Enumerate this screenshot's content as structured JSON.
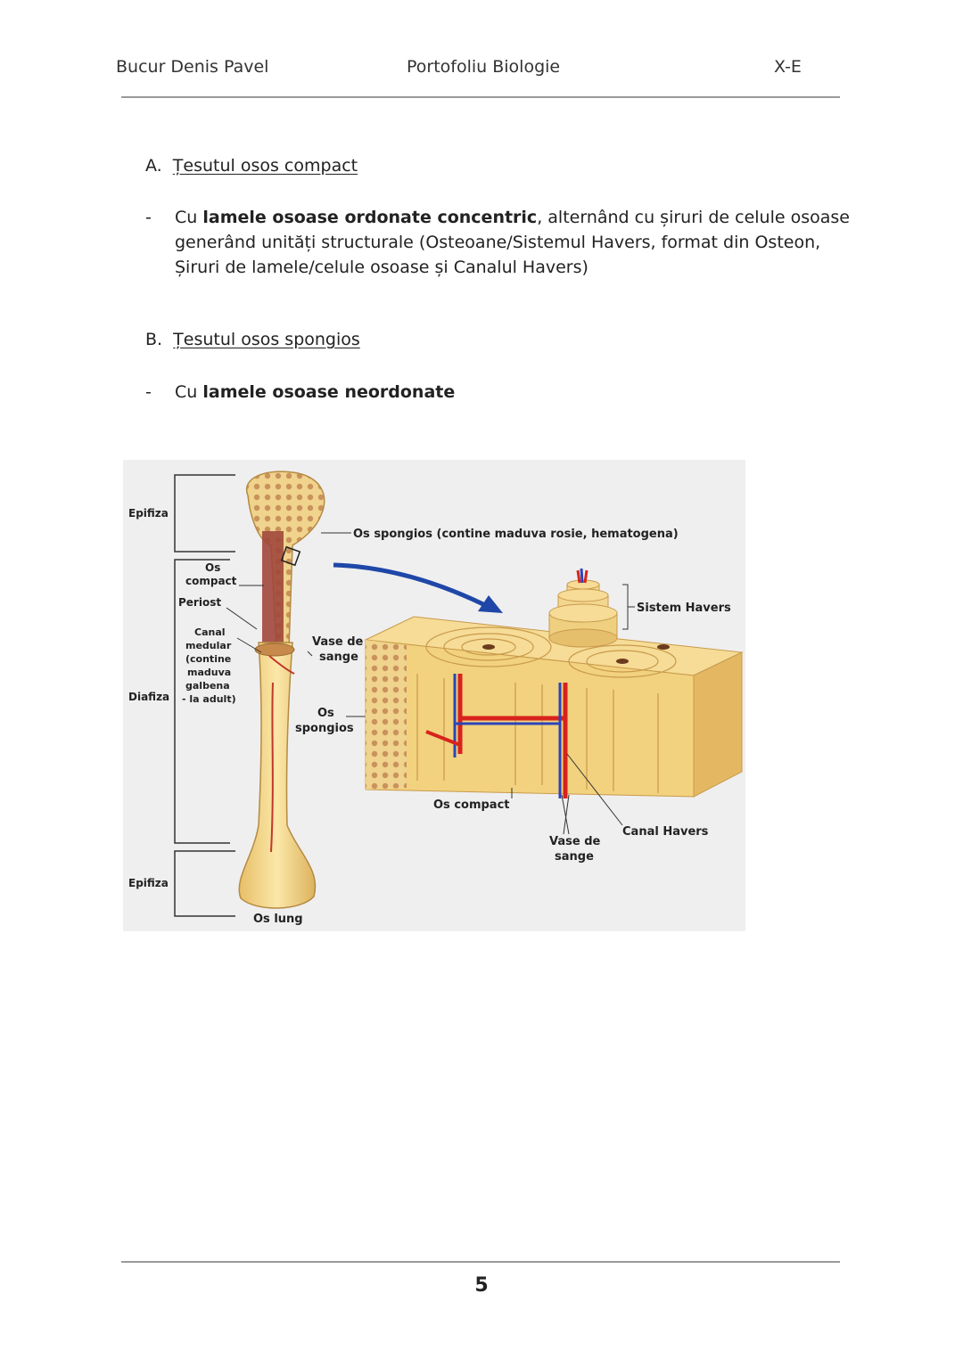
{
  "header": {
    "author": "Bucur Denis Pavel",
    "title": "Portofoliu Biologie",
    "class": "X-E"
  },
  "section_a": {
    "marker": "A.",
    "title": "Țesutul osos compact",
    "bullet_dash": "-",
    "bullet_prefix": "Cu ",
    "bullet_bold": "lamele osoase ordonate concentric",
    "bullet_rest": ", alternând cu șiruri de celule osoase generând unități structurale (Osteoane/Sistemul Havers, format din Osteon, Șiruri de lamele/celule osoase și Canalul Havers)"
  },
  "section_b": {
    "marker": "B.",
    "title": "Țesutul osos spongios",
    "bullet_dash": "-",
    "bullet_prefix": "Cu ",
    "bullet_bold": "lamele osoase neordonate"
  },
  "figure": {
    "labels": {
      "epifiza_top": "Epifiza",
      "diafiza": "Diafiza",
      "epifiza_bottom": "Epifiza",
      "os_compact_1": "Os",
      "os_compact_2": "compact",
      "periost": "Periost",
      "canal_1": "Canal",
      "canal_2": "medular",
      "canal_3": "(contine",
      "canal_4": "maduva",
      "canal_5": "galbena",
      "canal_6": "- la adult)",
      "os_spongios_note": "Os spongios (contine maduva rosie, hematogena)",
      "vase_1": "Vase de",
      "vase_2": "sange",
      "spongios_1": "Os",
      "spongios_2": "spongios",
      "sistem_havers": "Sistem Havers",
      "os_compact_block": "Os compact",
      "canal_havers": "Canal Havers",
      "vase_block_1": "Vase de",
      "vase_block_2": "sange",
      "os_lung": "Os lung"
    },
    "colors": {
      "bone": "#f3d58a",
      "bone_dark": "#d9ad55",
      "marrow": "#a0473c",
      "artery": "#d8231c",
      "vein": "#2a45b8",
      "arrow": "#1f47a8"
    }
  },
  "footer": {
    "page_number": "5"
  }
}
